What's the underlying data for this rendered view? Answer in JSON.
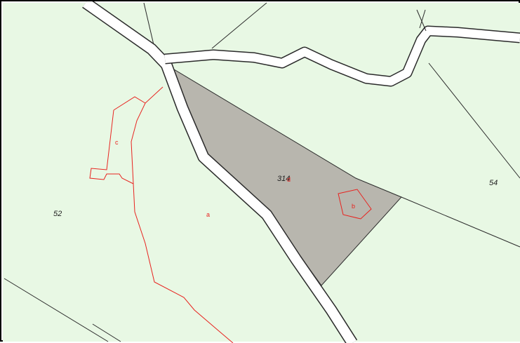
{
  "map": {
    "colors": {
      "land": "#e8f8e4",
      "road_fill": "#ffffff",
      "road_edge": "#2a2a2a",
      "highlight_parcel": "#b8b6ae",
      "subparcel": "#e8231f",
      "parcel_line": "#2a2a2a",
      "frame": "#000000"
    },
    "parcels": [
      {
        "id": "314",
        "label": "314",
        "highlighted": true
      },
      {
        "id": "54",
        "label": "54",
        "highlighted": false
      },
      {
        "id": "52",
        "label": "52",
        "highlighted": false
      }
    ],
    "subparcels": [
      {
        "label": "a"
      },
      {
        "label": "b"
      },
      {
        "label": "c"
      },
      {
        "label": "d"
      }
    ]
  }
}
